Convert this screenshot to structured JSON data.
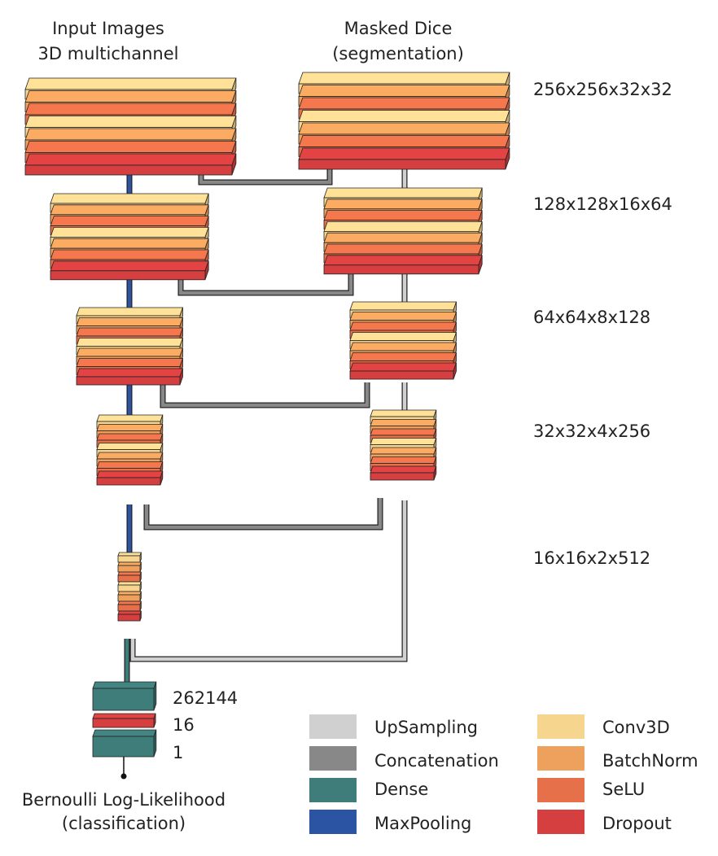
{
  "titles": {
    "encoder": [
      "Input Images",
      "3D multichannel"
    ],
    "decoder": [
      "Masked Dice",
      "(segmentation)"
    ],
    "classifier": [
      "Bernoulli Log-Likelihood",
      "(classification)"
    ]
  },
  "levels": [
    {
      "label": "256x256x32x32"
    },
    {
      "label": "128x128x16x64"
    },
    {
      "label": "64x64x8x128"
    },
    {
      "label": "32x32x4x256"
    },
    {
      "label": "16x16x2x512"
    }
  ],
  "dense_layers": [
    {
      "label": "262144",
      "type": "Dense"
    },
    {
      "label": "16",
      "type": "Dropout"
    },
    {
      "label": "1",
      "type": "Dense"
    }
  ],
  "legend": [
    {
      "label": "UpSampling",
      "color": "#d0d0d0"
    },
    {
      "label": "Concatenation",
      "color": "#888888"
    },
    {
      "label": "Dense",
      "color": "#3f7d7b"
    },
    {
      "label": "MaxPooling",
      "color": "#2b55a3"
    },
    {
      "label": "Conv3D",
      "color": "#f6d58f"
    },
    {
      "label": "BatchNorm",
      "color": "#eea15d"
    },
    {
      "label": "SeLU",
      "color": "#e6704a"
    },
    {
      "label": "Dropout",
      "color": "#d63f3f"
    }
  ]
}
